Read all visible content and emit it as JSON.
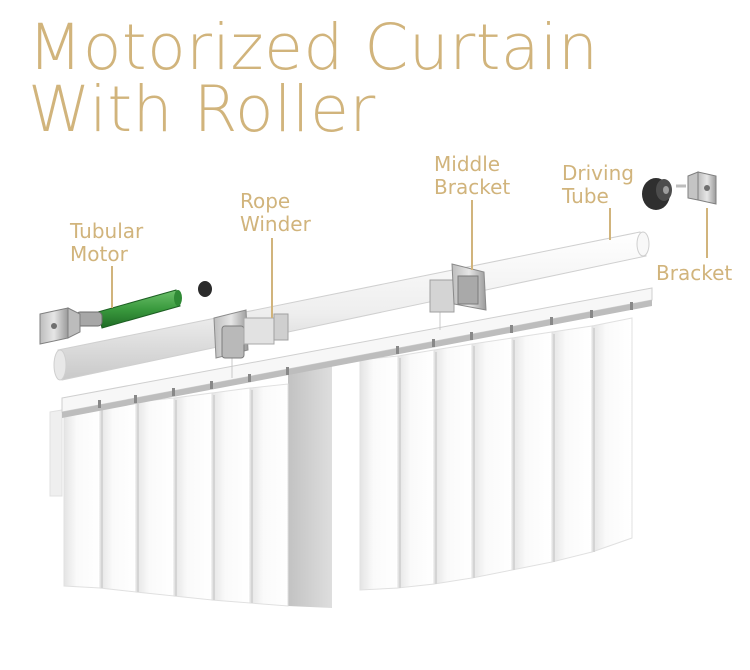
{
  "title": {
    "line1": "Motorized Curtain",
    "line2": "With Roller"
  },
  "labels": {
    "tubular_motor": [
      "Tubular",
      "Motor"
    ],
    "rope_winder": [
      "Rope",
      "Winder"
    ],
    "middle_bracket": [
      "Middle",
      "Bracket"
    ],
    "driving_tube": [
      "Driving",
      "Tube"
    ],
    "bracket": "Bracket"
  },
  "colors": {
    "accent": "#d1b47c",
    "label_text": "#4f4f4f",
    "motor_green": "#3a9a3e",
    "tube_white": "#f1f1f1",
    "curtain_white": "#f6f6f6",
    "metal_gray": "#9a9a9a",
    "shadow": "#d9d9d9"
  }
}
